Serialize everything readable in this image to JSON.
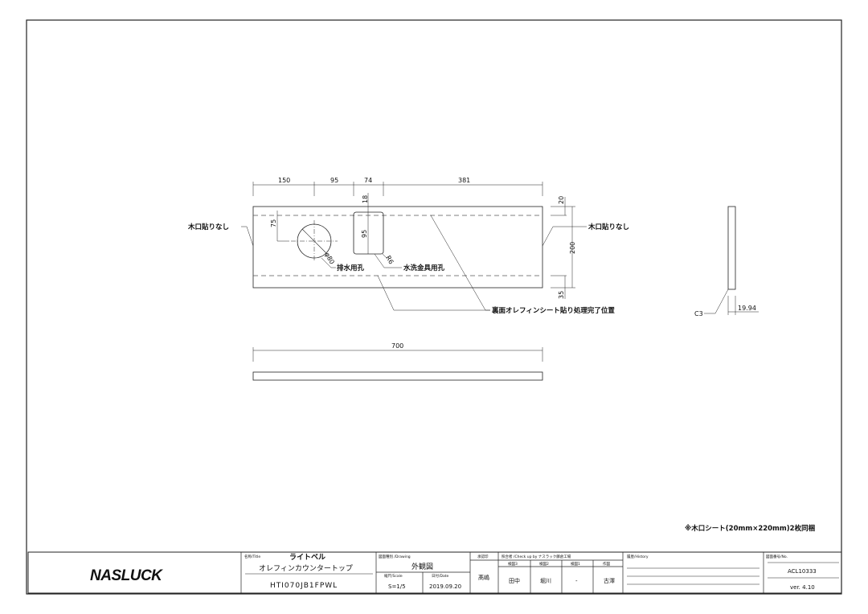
{
  "drawing": {
    "dimensions_top": [
      "150",
      "95",
      "74",
      "381"
    ],
    "dim_18": "18",
    "dim_75": "75",
    "dim_95_hole": "95",
    "dim_phi80": "φ80",
    "dim_R6": "R6",
    "dim_20": "20",
    "dim_200": "200",
    "dim_35": "35",
    "dim_700": "700",
    "dim_1994": "19.94",
    "chamfer": "C3",
    "label_no_edge_left": "木口貼りなし",
    "label_no_edge_right": "木口貼りなし",
    "label_drain_hole": "排水用孔",
    "label_faucet_hole": "水洗金具用孔",
    "label_back_sheet": "裏面オレフィンシート貼り処理完了位置",
    "note": "※木口シート(20mm×220mm)2枚同梱"
  },
  "title_block": {
    "logo": "NASLUCK",
    "title_header": "名称/Title",
    "title_line1": "ライトベル",
    "title_line2": "オレフィンカウンタートップ",
    "product_code": "HTI070JB1FPWL",
    "drawing_header": "図面種別 /Drawing",
    "drawing_type": "外観図",
    "scale_header": "縮尺/Scale",
    "scale": "S=1/5",
    "date_header": "日付/Date",
    "date": "2019.09.20",
    "approval_header": "承認印",
    "approval": "髙嶋",
    "check_header": "照合者 /Check up by ナスラック藤倉工場",
    "check_cols": [
      "検図3",
      "検図2",
      "検図1",
      "作図"
    ],
    "check_vals": [
      "田中",
      "堀川",
      "-",
      "古澤"
    ],
    "history_header": "履歴/History",
    "number_header": "図面番号/No.",
    "number": "ACL10333",
    "version": "ver. 4.10"
  }
}
